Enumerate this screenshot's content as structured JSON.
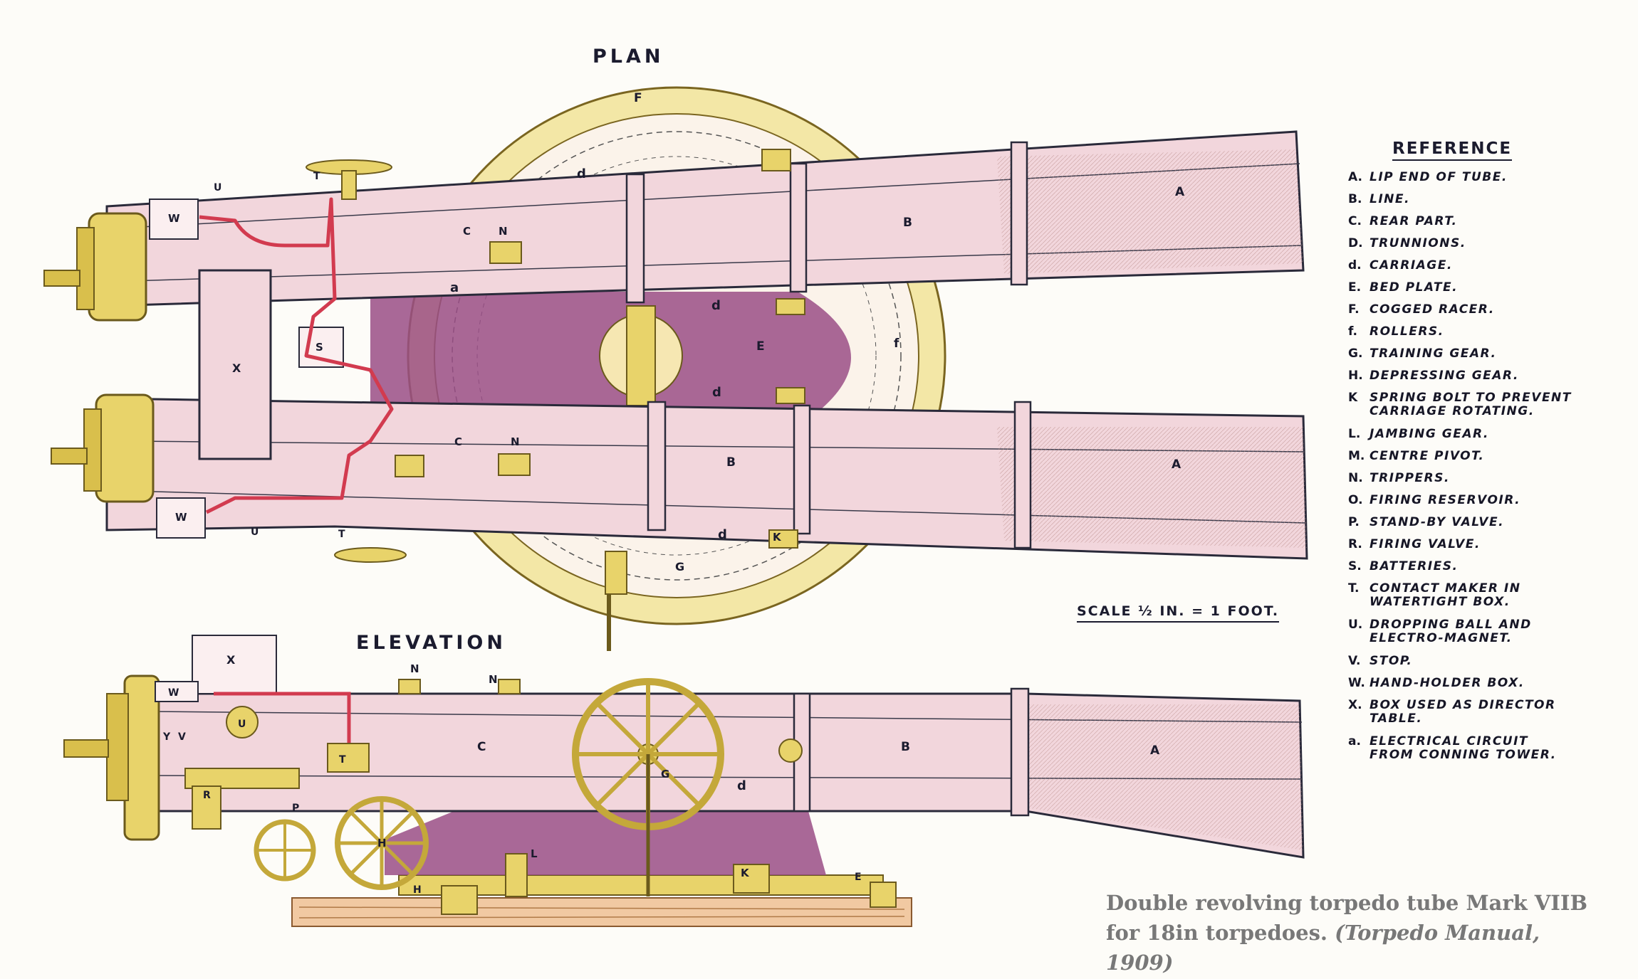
{
  "plan_title": "PLAN",
  "elevation_title": "ELEVATION",
  "scale_note": "SCALE ½ IN. = 1 FOOT.",
  "reference": {
    "title": "REFERENCE",
    "items": [
      {
        "key": "A.",
        "text": "LIP END OF TUBE."
      },
      {
        "key": "B.",
        "text": "LINE."
      },
      {
        "key": "C.",
        "text": "REAR PART."
      },
      {
        "key": "D.",
        "text": "TRUNNIONS."
      },
      {
        "key": "d.",
        "text": "CARRIAGE."
      },
      {
        "key": "E.",
        "text": "BED PLATE."
      },
      {
        "key": "F.",
        "text": "COGGED RACER."
      },
      {
        "key": "f.",
        "text": "ROLLERS."
      },
      {
        "key": "G.",
        "text": "TRAINING GEAR."
      },
      {
        "key": "H.",
        "text": "DEPRESSING GEAR."
      },
      {
        "key": "K",
        "text": "SPRING BOLT TO PREVENT\nCARRIAGE ROTATING."
      },
      {
        "key": "L.",
        "text": "JAMBING GEAR."
      },
      {
        "key": "M.",
        "text": "CENTRE PIVOT."
      },
      {
        "key": "N.",
        "text": "TRIPPERS."
      },
      {
        "key": "O.",
        "text": "FIRING RESERVOIR."
      },
      {
        "key": "P.",
        "text": "STAND-BY VALVE."
      },
      {
        "key": "R.",
        "text": "FIRING VALVE."
      },
      {
        "key": "S.",
        "text": "BATTERIES."
      },
      {
        "key": "T.",
        "text": "CONTACT MAKER IN\nWATERTIGHT BOX."
      },
      {
        "key": "U.",
        "text": "DROPPING BALL AND\nELECTRO-MAGNET."
      },
      {
        "key": "V.",
        "text": "STOP."
      },
      {
        "key": "W.",
        "text": "HAND-HOLDER BOX."
      },
      {
        "key": "X.",
        "text": "BOX USED AS DIRECTOR\nTABLE."
      },
      {
        "key": "a.",
        "text": "ELECTRICAL CIRCUIT\nFROM CONNING TOWER."
      }
    ]
  },
  "diagram_labels": {
    "A": "A",
    "B": "B",
    "C": "C",
    "E": "E",
    "F": "F",
    "G": "G",
    "H": "H",
    "K": "K",
    "L": "L",
    "N": "N",
    "P": "P",
    "R": "R",
    "S": "S",
    "T": "T",
    "U": "U",
    "V": "V",
    "W": "W",
    "X": "X",
    "Y": "Y",
    "a": "a",
    "d": "d",
    "f": "f"
  },
  "caption": {
    "line1": "Double revolving torpedo tube Mark VIIB",
    "line2_plain": "for 18in torpedoes. ",
    "line2_italic": "(Torpedo Manual, 1909)"
  },
  "colors": {
    "tube_fill": "#f2d6dc",
    "tube_outline": "#2a2a3a",
    "brass": "#e8d36a",
    "brass_dark": "#b59a2c",
    "bed_plate": "#9a4d86",
    "electrical_circuit": "#d23b4f",
    "wood_base": "#f1c9a2",
    "caption_text": "#787878"
  }
}
